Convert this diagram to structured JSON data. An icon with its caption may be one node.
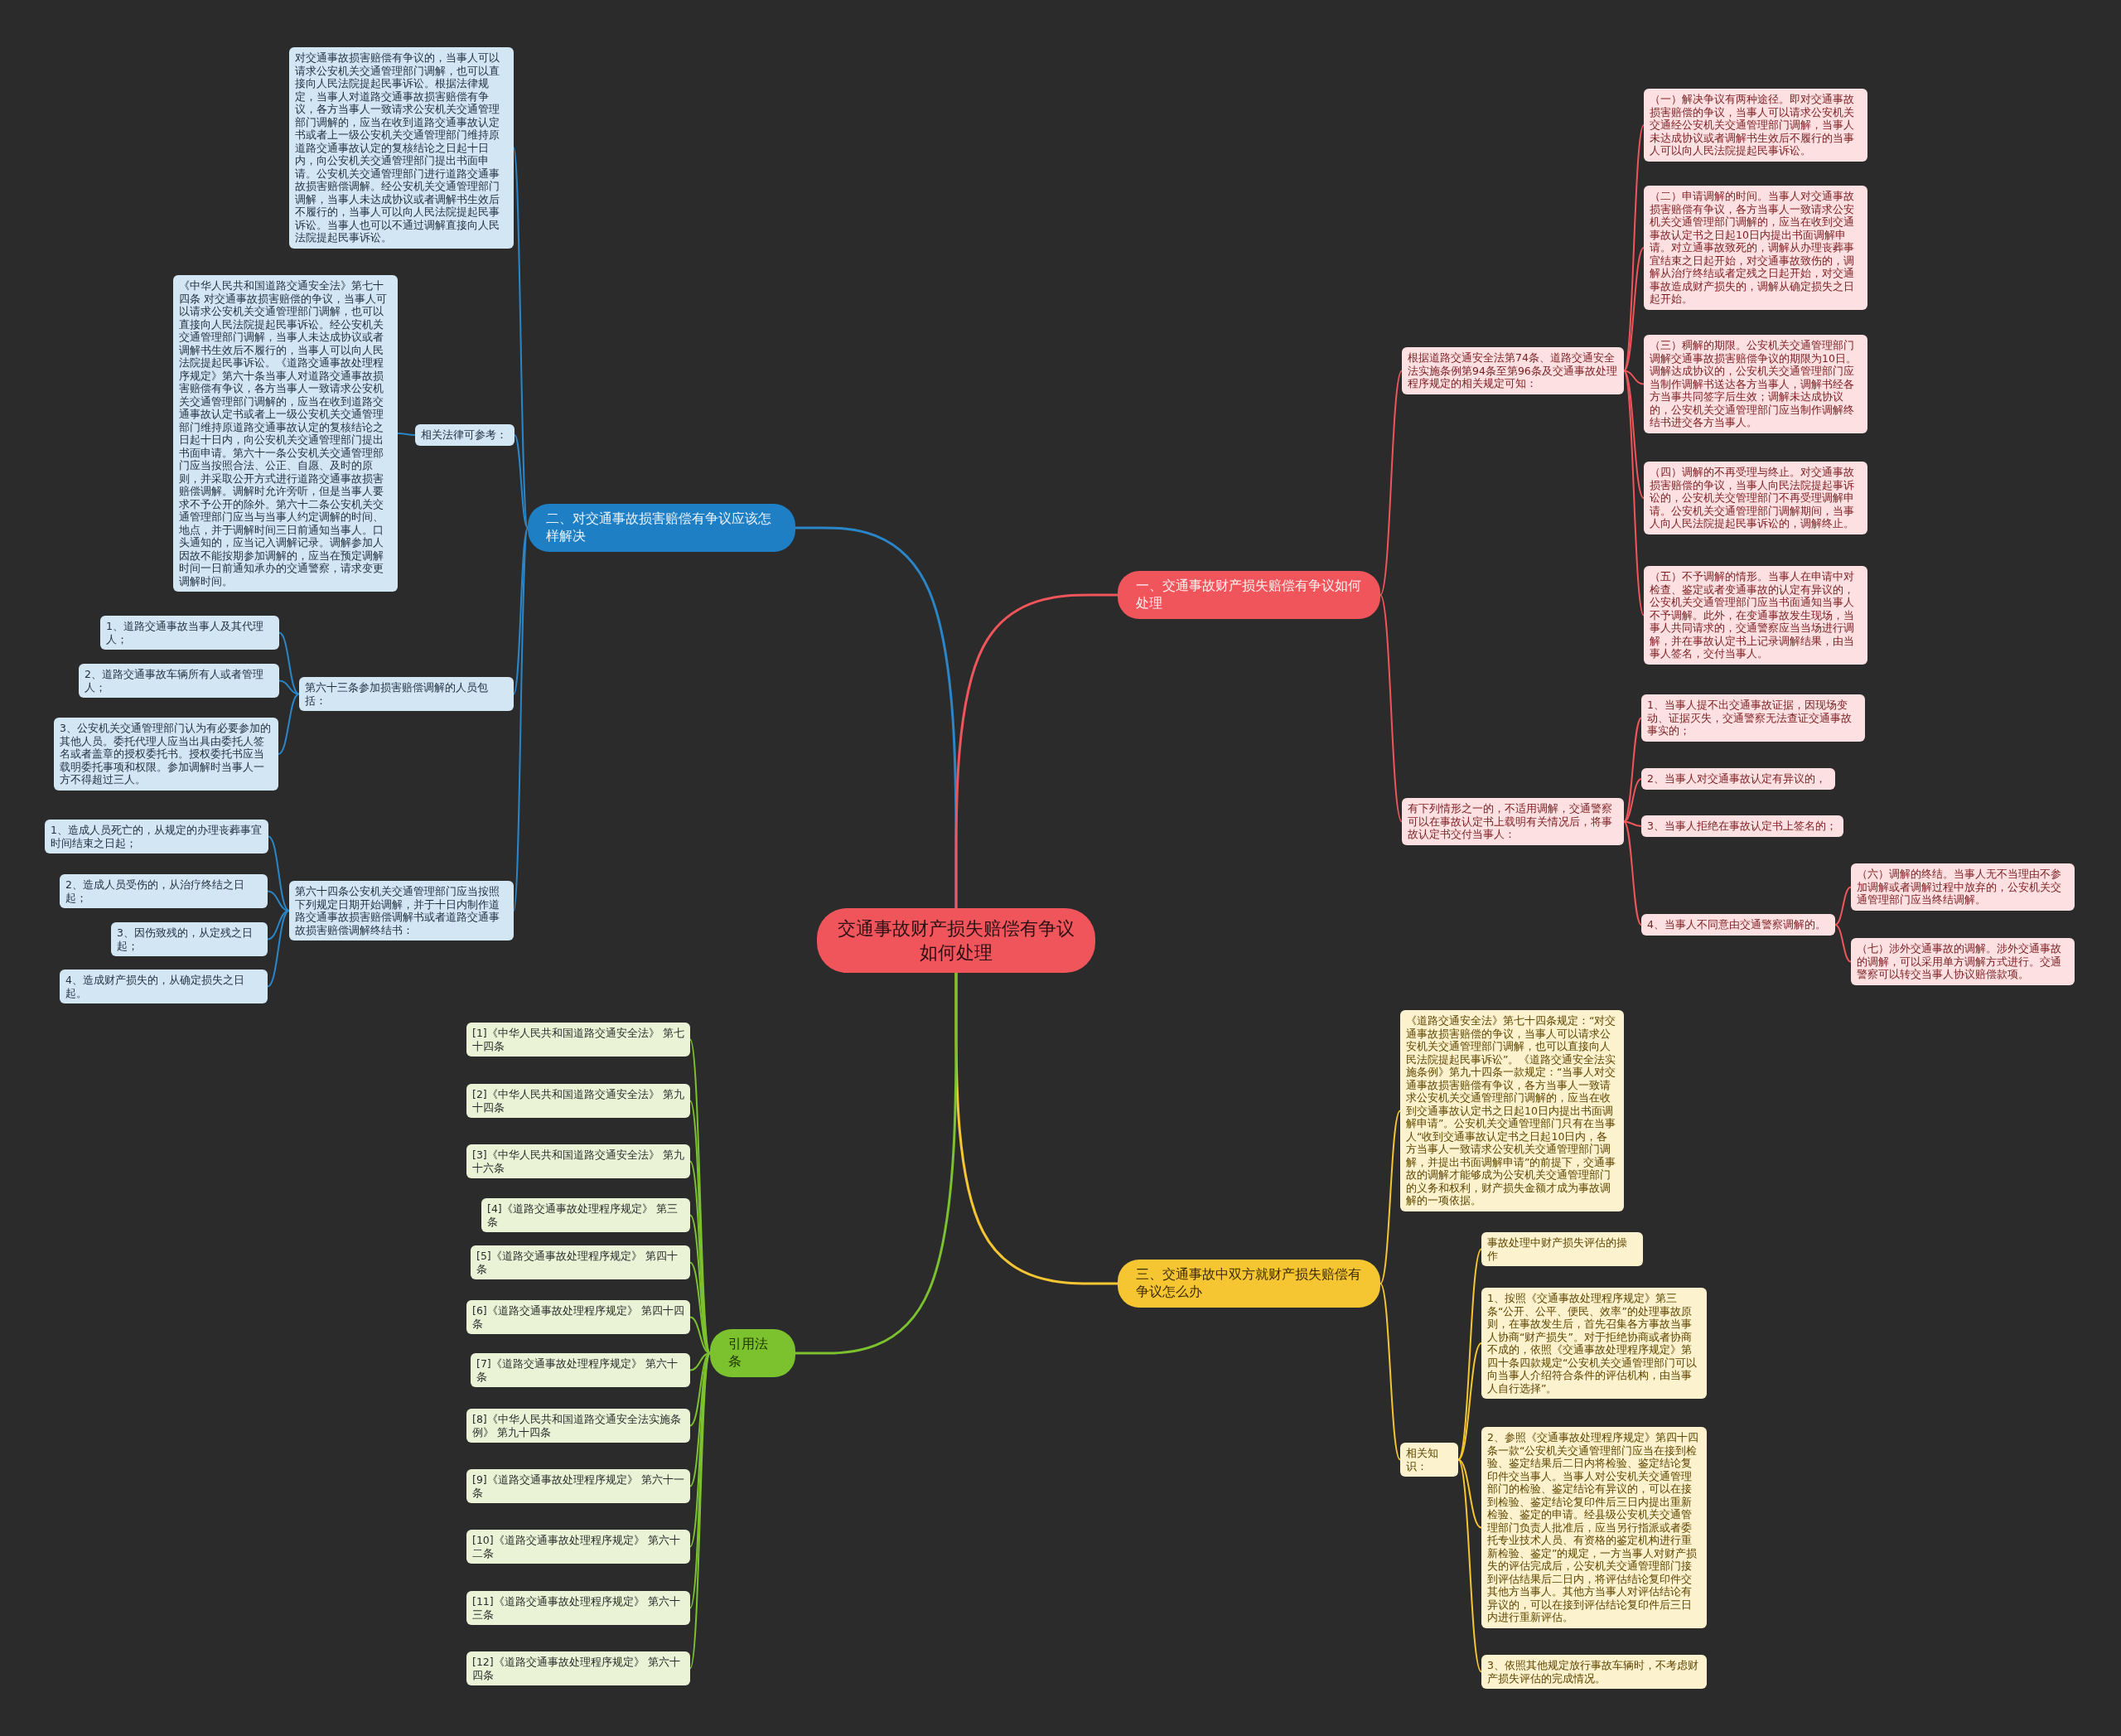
{
  "diagram": {
    "nodes": [
      {
        "text": [
          "交通事故财产损失赔偿有争议如何处理"
        ]
      },
      {
        "text": [
          "二、对交通事故损害赔偿有争议应该怎样解决"
        ]
      },
      {
        "text": [
          "对交通事故损害赔偿有争议的，当事人可以请求公安机关交通管理部门调解，也可以直接向人民法院提起民事诉讼。根据法律规定，当事人对道路交通事故损害赔偿有争议，各方当事人一致请求公安机关交通管理部门调解的，应当在收到道路交通事故认定书或者上一级公安机关交通管理部门维持原道路交通事故认定的复核结论之日起十日内，向公安机关交通管理部门提出书面申请。公安机关交通管理部门进行道路交通事故损害赔偿调解。经公安机关交通管理部门调解，当事人未达成协议或者调解书生效后不履行的，当事人可以向人民法院提起民事诉讼。当事人也可以不通过调解直接向人民法院提起民事诉讼。"
        ]
      },
      {
        "text": [
          "相关法律可参考："
        ]
      },
      {
        "text": [
          "《中华人民共和国道路交通安全法》第七十四条 对交通事故损害赔偿的争议，当事人可以请求公安机关交通管理部门调解，也可以直接向人民法院提起民事诉讼。经公安机关交通管理部门调解，当事人未达成协议或者调解书生效后不履行的，当事人可以向人民法院提起民事诉讼。《道路交通事故处理程序规定》第六十条当事人对道路交通事故损害赔偿有争议，各方当事人一致请求公安机关交通管理部门调解的，应当在收到道路交通事故认定书或者上一级公安机关交通管理部门维持原道路交通事故认定的复核结论之日起十日内，向公安机关交通管理部门提出书面申请。第六十一条公安机关交通管理部门应当按照合法、公正、自愿、及时的原则，并采取公开方式进行道路交通事故损害赔偿调解。调解时允许旁听，但是当事人要求不予公开的除外。第六十二条公安机关交通管理部门应当与当事人约定调解的时间、地点，并于调解时间三日前通知当事人。口头通知的，应当记入调解记录。调解参加人因故不能按期参加调解的，应当在预定调解时间一日前通知承办的交通警察，请求变更调解时间。"
        ]
      },
      {
        "text": [
          "第六十三条参加损害赔偿调解的人员包括："
        ]
      },
      {
        "text": [
          "1、道路交通事故当事人及其代理人；"
        ]
      },
      {
        "text": [
          "2、道路交通事故车辆所有人或者管理人；"
        ]
      },
      {
        "text": [
          "3、公安机关交通管理部门认为有必要参加的其他人员。委托代理人应当出具由委托人签名或者盖章的授权委托书。授权委托书应当载明委托事项和权限。参加调解时当事人一方不得超过三人。"
        ]
      },
      {
        "text": [
          "第六十四条公安机关交通管理部门应当按照下列规定日期开始调解，并于十日内制作道路交通事故损害赔偿调解书或者道路交通事故损害赔偿调解终结书："
        ]
      },
      {
        "text": [
          "1、造成人员死亡的，从规定的办理丧葬事宜时间结束之日起；"
        ]
      },
      {
        "text": [
          "2、造成人员受伤的，从治疗终结之日起；"
        ]
      },
      {
        "text": [
          "3、因伤致残的，从定残之日起；"
        ]
      },
      {
        "text": [
          "4、造成财产损失的，从确定损失之日起。"
        ]
      },
      {
        "text": [
          "一、交通事故财产损失赔偿有争议如何处理"
        ]
      },
      {
        "text": [
          "根据道路交通安全法第74条、道路交通安全法实施条例第94条至第96条及交通事故处理程序规定的相关规定可知："
        ]
      },
      {
        "text": [
          "（一）解决争议有两种途径。即对交通事故损害赔偿的争议，当事人可以请求公安机关交通经公安机关交通管理部门调解，当事人未达成协议或者调解书生效后不履行的当事人可以向人民法院提起民事诉讼。"
        ]
      },
      {
        "text": [
          "（二）申请调解的时间。当事人对交通事故损害赔偿有争议，各方当事人一致请求公安机关交通管理部门调解的，应当在收到交通事故认定书之日起10日内提出书面调解申请。对立通事故致死的，调解从办理丧葬事宜结束之日起开始，对交通事故致伤的，调解从治疗终结或者定残之日起开始，对交通事故造成财产损失的，调解从确定损失之日起开始。"
        ]
      },
      {
        "text": [
          "（三）稠解的期限。公安机关交通管理部门调解交通事故损害赔偿争议的期限为10日。调解达成协议的，公安机关交通管理部门应当制作调解书送达各方当事人，调解书经各方当事共同签字后生效；调解未达成协议的，公安机关交通管理部门应当制作调解终结书进交各方当事人。"
        ]
      },
      {
        "text": [
          "（四）调解的不再受理与终止。对交通事故损害赔偿的争议，当事人向民法院提起事诉讼的，公安机关交管理部门不再受理调解申请。公安机关交通管理部门调解期间，当事人向人民法院提起民事诉讼的，调解终止。"
        ]
      },
      {
        "text": [
          "（五）不予调解的情形。当事人在申请中对检查、鉴定或者变通事故的认定有异议的，公安机关交通管理部门应当书面通知当事人不予调解。此外，在变通事故发生现场，当事人共同请求的，交通警察应当当场进行调解，并在事故认定书上记录调解结果，由当事人签名，交付当事人。"
        ]
      },
      {
        "text": [
          "有下列情形之一的，不适用调解，交通警察可以在事故认定书上载明有关情况后，将事故认定书交付当事人："
        ]
      },
      {
        "text": [
          "1、当事人提不出交通事故证据，因现场变动、证据灭失，交通警察无法查证交通事故事实的；"
        ]
      },
      {
        "text": [
          "2、当事人对交通事故认定有异议的，"
        ]
      },
      {
        "text": [
          "3、当事人拒绝在事故认定书上签名的；"
        ]
      },
      {
        "text": [
          "4、当事人不同意由交通警察调解的。"
        ]
      },
      {
        "text": [
          "（六）调解的终结。当事人无不当理由不参加调解或者调解过程中放弃的，公安机关交通管理部门应当终结调解。"
        ]
      },
      {
        "text": [
          "（七）涉外交通事故的调解。涉外交通事故的调解，可以采用单方调解方式进行。交通警察可以转交当事人协议赔偿款项。"
        ]
      },
      {
        "text": [
          "三、交通事故中双方就财产损失赔偿有争议怎么办"
        ]
      },
      {
        "text": [
          "《道路交通安全法》第七十四条规定：“对交通事故损害赔偿的争议，当事人可以请求公安机关交通管理部门调解，也可以直接向人民法院提起民事诉讼”。《道路交通安全法实施条例》第九十四条一款规定：“当事人对交通事故损害赔偿有争议，各方当事人一致请求公安机关交通管理部门调解的，应当在收到交通事故认定书之日起10日内提出书面调解申请”。公安机关交通管理部门只有在当事人“收到交通事故认定书之日起10日内，各方当事人一致请求公安机关交通管理部门调解，并提出书面调解申请”的前提下，交通事故的调解才能够成为公安机关交通管理部门的义务和权利，财产损失金额才成为事故调解的一项依据。"
        ]
      },
      {
        "text": [
          "相关知识："
        ]
      },
      {
        "text": [
          "事故处理中财产损失评估的操作"
        ]
      },
      {
        "text": [
          "1、按照《交通事故处理程序规定》第三条“公开、公平、便民、效率”的处理事故原则，在事故发生后，首先召集各方事故当事人协商“财产损失”。对于拒绝协商或者协商不成的，依照《交通事故处理程序规定》第四十条四款规定“公安机关交通管理部门可以向当事人介绍符合条件的评估机构，由当事人自行选择”。"
        ]
      },
      {
        "text": [
          "2、参照《交通事故处理程序规定》第四十四条一款“公安机关交通管理部门应当在接到检验、鉴定结果后二日内将检验、鉴定结论复印件交当事人。当事人对公安机关交通管理部门的检验、鉴定结论有异议的，可以在接到检验、鉴定结论复印件后三日内提出重新检验、鉴定的申请。经县级公安机关交通管理部门负责人批准后，应当另行指派或者委托专业技术人员、有资格的鉴定机构进行重新检验、鉴定”的规定，一方当事人对财产损失的评估完成后，公安机关交通管理部门接到评估结果后二日内，将评估结论复印件交其他方当事人。其他方当事人对评估结论有异议的，可以在接到评估结论复印件后三日内进行重新评估。"
        ]
      },
      {
        "text": [
          "3、依照其他规定放行事故车辆时，不考虑财产损失评估的完成情况。"
        ]
      },
      {
        "text": [
          "引用法条"
        ]
      },
      {
        "text": [
          "[1]《中华人民共和国道路交通安全法》 第七十四条"
        ]
      },
      {
        "text": [
          "[2]《中华人民共和国道路交通安全法》 第九十四条"
        ]
      },
      {
        "text": [
          "[3]《中华人民共和国道路交通安全法》 第九十六条"
        ]
      },
      {
        "text": [
          "[4]《道路交通事故处理程序规定》 第三条"
        ]
      },
      {
        "text": [
          "[5]《道路交通事故处理程序规定》 第四十条"
        ]
      },
      {
        "text": [
          "[6]《道路交通事故处理程序规定》 第四十四条"
        ]
      },
      {
        "text": [
          "[7]《道路交通事故处理程序规定》 第六十条"
        ]
      },
      {
        "text": [
          "[8]《中华人民共和国道路交通安全法实施条例》 第九十四条"
        ]
      },
      {
        "text": [
          "[9]《道路交通事故处理程序规定》 第六十一条"
        ]
      },
      {
        "text": [
          "[10]《道路交通事故处理程序规定》 第六十二条"
        ]
      },
      {
        "text": [
          "[11]《道路交通事故处理程序规定》 第六十三条"
        ]
      },
      {
        "text": [
          "[12]《道路交通事故处理程序规定》 第六十四条"
        ]
      }
    ],
    "edges": [
      {
        "from": 0,
        "to": 1,
        "arrow": "none",
        "color": "#2a86c8"
      },
      {
        "from": 1,
        "to": 2,
        "arrow": "none",
        "color": "#2a86c8"
      },
      {
        "from": 1,
        "to": 3,
        "arrow": "none",
        "color": "#2a86c8"
      },
      {
        "from": 3,
        "to": 4,
        "arrow": "none",
        "color": "#2a86c8"
      },
      {
        "from": 1,
        "to": 5,
        "arrow": "none",
        "color": "#2a86c8"
      },
      {
        "from": 5,
        "to": 6,
        "arrow": "none",
        "color": "#2a86c8"
      },
      {
        "from": 5,
        "to": 7,
        "arrow": "none",
        "color": "#2a86c8"
      },
      {
        "from": 5,
        "to": 8,
        "arrow": "none",
        "color": "#2a86c8"
      },
      {
        "from": 1,
        "to": 9,
        "arrow": "none",
        "color": "#2a86c8"
      },
      {
        "from": 9,
        "to": 10,
        "arrow": "none",
        "color": "#2a86c8"
      },
      {
        "from": 9,
        "to": 11,
        "arrow": "none",
        "color": "#2a86c8"
      },
      {
        "from": 9,
        "to": 12,
        "arrow": "none",
        "color": "#2a86c8"
      },
      {
        "from": 9,
        "to": 13,
        "arrow": "none",
        "color": "#2a86c8"
      },
      {
        "from": 0,
        "to": 14,
        "arrow": "none",
        "color": "#f0555c"
      },
      {
        "from": 14,
        "to": 15,
        "arrow": "none",
        "color": "#f0555c"
      },
      {
        "from": 15,
        "to": 16,
        "arrow": "none",
        "color": "#f0555c"
      },
      {
        "from": 15,
        "to": 17,
        "arrow": "none",
        "color": "#f0555c"
      },
      {
        "from": 15,
        "to": 18,
        "arrow": "none",
        "color": "#f0555c"
      },
      {
        "from": 15,
        "to": 19,
        "arrow": "none",
        "color": "#f0555c"
      },
      {
        "from": 15,
        "to": 20,
        "arrow": "none",
        "color": "#f0555c"
      },
      {
        "from": 14,
        "to": 21,
        "arrow": "none",
        "color": "#f0555c"
      },
      {
        "from": 21,
        "to": 22,
        "arrow": "none",
        "color": "#f0555c"
      },
      {
        "from": 21,
        "to": 23,
        "arrow": "none",
        "color": "#f0555c"
      },
      {
        "from": 21,
        "to": 24,
        "arrow": "none",
        "color": "#f0555c"
      },
      {
        "from": 21,
        "to": 25,
        "arrow": "none",
        "color": "#f0555c"
      },
      {
        "from": 25,
        "to": 26,
        "arrow": "none",
        "color": "#f0555c"
      },
      {
        "from": 25,
        "to": 27,
        "arrow": "none",
        "color": "#f0555c"
      },
      {
        "from": 0,
        "to": 28,
        "arrow": "none",
        "color": "#f5c532"
      },
      {
        "from": 28,
        "to": 29,
        "arrow": "none",
        "color": "#f5c532"
      },
      {
        "from": 28,
        "to": 30,
        "arrow": "none",
        "color": "#f5c532"
      },
      {
        "from": 30,
        "to": 31,
        "arrow": "none",
        "color": "#f5c532"
      },
      {
        "from": 30,
        "to": 32,
        "arrow": "none",
        "color": "#f5c532"
      },
      {
        "from": 30,
        "to": 33,
        "arrow": "none",
        "color": "#f5c532"
      },
      {
        "from": 30,
        "to": 34,
        "arrow": "none",
        "color": "#f5c532"
      },
      {
        "from": 0,
        "to": 35,
        "arrow": "none",
        "color": "#7cc22e"
      },
      {
        "from": 35,
        "to": 36,
        "arrow": "none",
        "color": "#7cc22e"
      },
      {
        "from": 35,
        "to": 37,
        "arrow": "none",
        "color": "#7cc22e"
      },
      {
        "from": 35,
        "to": 38,
        "arrow": "none",
        "color": "#7cc22e"
      },
      {
        "from": 35,
        "to": 39,
        "arrow": "none",
        "color": "#7cc22e"
      },
      {
        "from": 35,
        "to": 40,
        "arrow": "none",
        "color": "#7cc22e"
      },
      {
        "from": 35,
        "to": 41,
        "arrow": "none",
        "color": "#7cc22e"
      },
      {
        "from": 35,
        "to": 42,
        "arrow": "none",
        "color": "#7cc22e"
      },
      {
        "from": 35,
        "to": 43,
        "arrow": "none",
        "color": "#7cc22e"
      },
      {
        "from": 35,
        "to": 44,
        "arrow": "none",
        "color": "#7cc22e"
      },
      {
        "from": 35,
        "to": 45,
        "arrow": "none",
        "color": "#7cc22e"
      },
      {
        "from": 35,
        "to": 46,
        "arrow": "none",
        "color": "#7cc22e"
      },
      {
        "from": 35,
        "to": 47,
        "arrow": "none",
        "color": "#7cc22e"
      }
    ]
  }
}
